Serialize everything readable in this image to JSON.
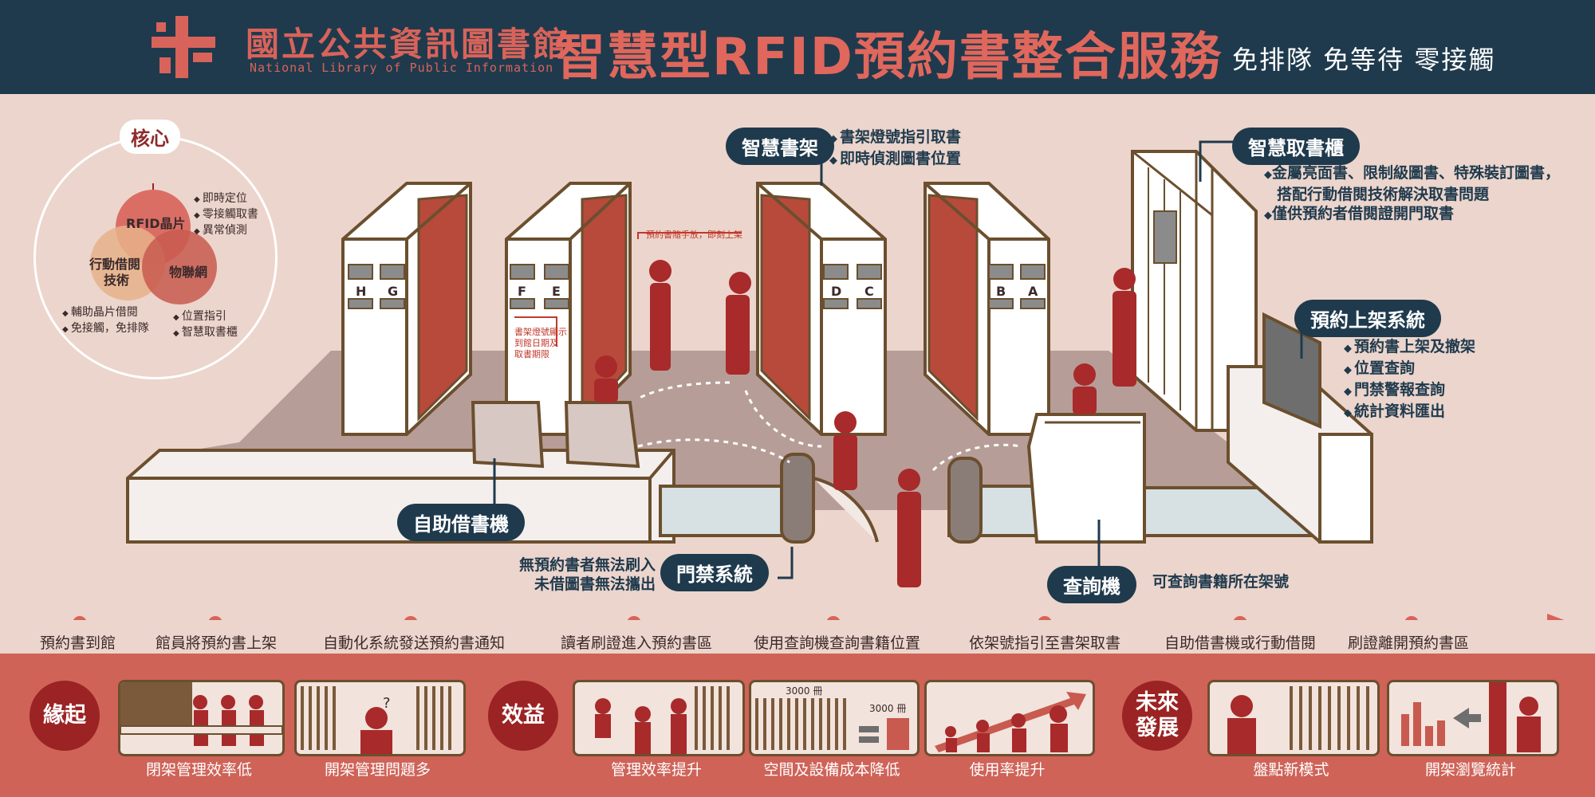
{
  "header": {
    "library_name": "國立公共資訊圖書館",
    "library_name_en": "National Library of Public Information",
    "title": "智慧型RFID預約書整合服務",
    "slogan": "免排隊 免等待 零接觸"
  },
  "core": {
    "label": "核心",
    "rfid": "RFID晶片",
    "mobile_line1": "行動借閱",
    "mobile_line2": "技術",
    "iot": "物聯網",
    "rfid_points": [
      "即時定位",
      "零接觸取書",
      "異常偵測"
    ],
    "mobile_points": [
      "輔助晶片借閱",
      "免接觸，免排隊"
    ],
    "iot_points": [
      "位置指引",
      "智慧取書櫃"
    ]
  },
  "shelf_letters": [
    "H",
    "G",
    "F",
    "E",
    "D",
    "C",
    "B",
    "A"
  ],
  "smart_shelf": {
    "label": "智慧書架",
    "points": [
      "書架燈號指引取書",
      "即時偵測圖書位置"
    ]
  },
  "smart_locker": {
    "label": "智慧取書櫃",
    "points": [
      "金屬亮面書、限制級圖書、特殊裝訂圖書，",
      "搭配行動借閱技術解決取書問題",
      "僅供預約者借閱證開門取書"
    ],
    "bullet_flags": [
      true,
      false,
      true
    ]
  },
  "shelving_system": {
    "label": "預約上架系統",
    "points": [
      "預約書上架及撤架",
      "位置查詢",
      "門禁警報查詢",
      "統計資料匯出"
    ]
  },
  "self_checkout": {
    "label": "自助借書機"
  },
  "gate": {
    "label": "門禁系統",
    "notes": [
      "無預約書者無法刷入",
      "未借圖書無法攜出"
    ]
  },
  "kiosk": {
    "label": "查詢機",
    "note": "可查詢書籍所在架號"
  },
  "small_notes": {
    "shelve_now": "預約書隨手放，即刻上架",
    "light_line1": "書架燈號顯示",
    "light_line2": "到館日期及",
    "light_line3": "取書期限"
  },
  "timeline": {
    "steps": [
      "預約書到館",
      "館員將預約書上架",
      "自動化系統發送預約書通知",
      "讀者刷證進入預約書區",
      "使用查詢機查詢書籍位置",
      "依架號指引至書架取書",
      "自助借書機或行動借閱",
      "刷證離開預約書區"
    ]
  },
  "bottom": {
    "origin": "緣起",
    "benefit": "效益",
    "future_line1": "未來",
    "future_line2": "發展",
    "captions": [
      "閉架管理效率低",
      "開架管理問題多",
      "管理效率提升",
      "空間及設備成本降低",
      "使用率提升",
      "盤點新模式",
      "開架瀏覽統計"
    ],
    "volume_label_1": "3000 冊",
    "volume_label_2": "3000 冊"
  },
  "colors": {
    "navy": "#1f3a4d",
    "red_accent": "#d8635a",
    "figure_red": "#a82a2b",
    "background": "#ecd5cc",
    "bottom_band": "#cf6358"
  }
}
